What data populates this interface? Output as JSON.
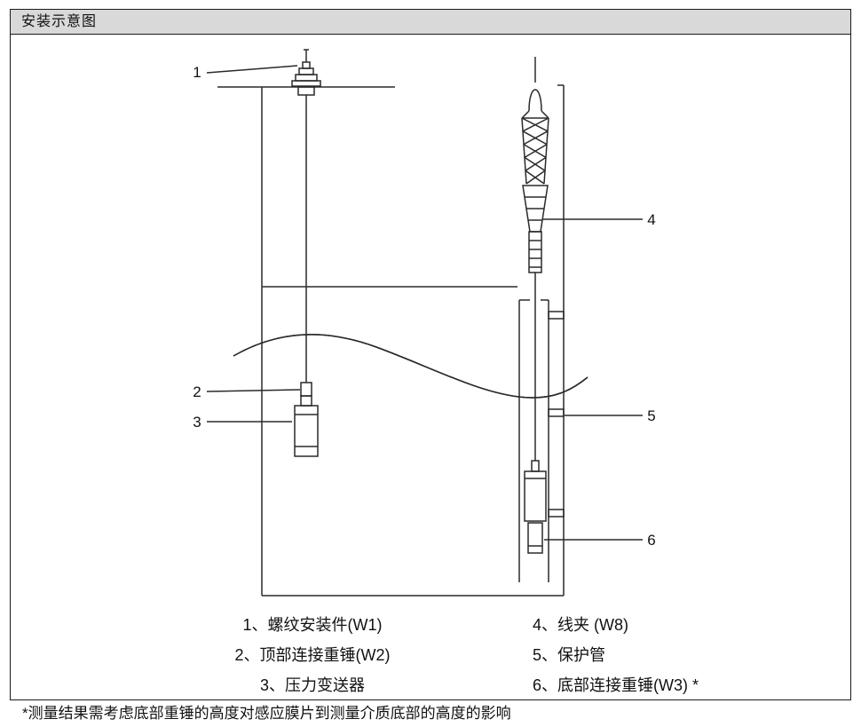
{
  "header": {
    "title": "安装示意图"
  },
  "diagram": {
    "callouts": [
      "1",
      "2",
      "3",
      "4",
      "5",
      "6"
    ]
  },
  "legend": {
    "left": [
      "1、螺纹安装件(W1)",
      "2、顶部连接重锤(W2)",
      "3、压力变送器"
    ],
    "right": [
      "4、线夹 (W8)",
      "5、保护管",
      "6、底部连接重锤(W3) *"
    ]
  },
  "footnote": "*测量结果需考虑底部重锤的高度对感应膜片到测量介质底部的高度的影响",
  "colors": {
    "header_bg": "#d9d9d9",
    "line": "#2a2a2a",
    "border": "#000000"
  }
}
